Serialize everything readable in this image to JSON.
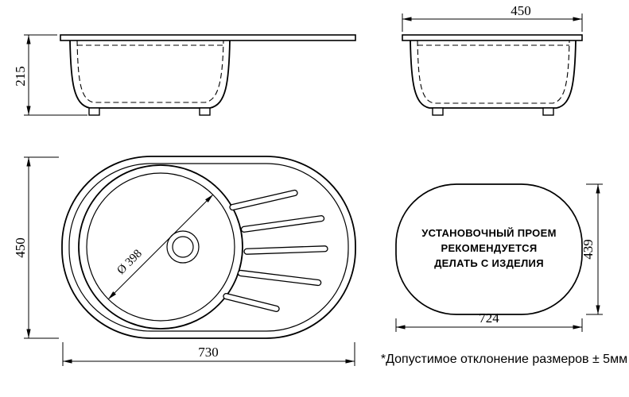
{
  "drawing": {
    "side_view": {
      "dim_height": "215"
    },
    "end_view": {
      "dim_width": "450"
    },
    "plan_view": {
      "dim_height": "450",
      "dim_width": "730",
      "dim_bowl_diameter": "Ø 398"
    },
    "cutout_view": {
      "text_lines": [
        "УСТАНОВОЧНЫЙ ПРОЕМ",
        "РЕКОМЕНДУЕТСЯ",
        "ДЕЛАТЬ С ИЗДЕЛИЯ"
      ],
      "dim_height": "439",
      "dim_width": "724"
    },
    "footnote": "*Допустимое отклонение размеров ± 5мм",
    "colors": {
      "line": "#000000",
      "background": "#ffffff"
    }
  }
}
